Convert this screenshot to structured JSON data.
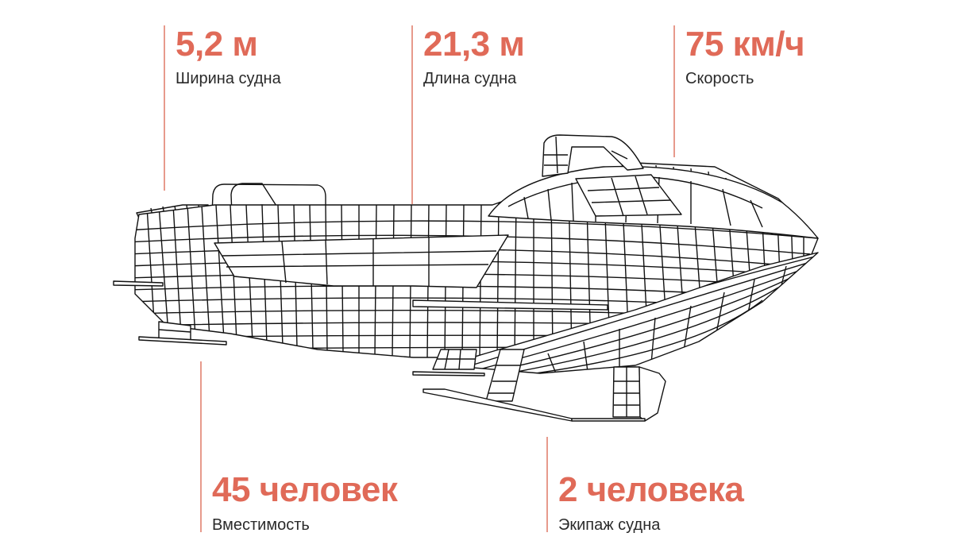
{
  "stats": [
    {
      "id": "width",
      "value": "5,2 м",
      "label": "Ширина судна"
    },
    {
      "id": "length",
      "value": "21,3 м",
      "label": "Длина судна"
    },
    {
      "id": "speed",
      "value": "75 км/ч",
      "label": "Скорость"
    },
    {
      "id": "capacity",
      "value": "45 человек",
      "label": "Вместимость"
    },
    {
      "id": "crew",
      "value": "2 человека",
      "label": "Экипаж судна"
    }
  ],
  "colors": {
    "accent": "#e06a58",
    "leader_line": "#e79a8c",
    "label_text": "#2a2a2a",
    "wireframe": "#111111",
    "background": "#ffffff"
  },
  "illustration": {
    "subject": "hydrofoil-vessel-wireframe"
  }
}
